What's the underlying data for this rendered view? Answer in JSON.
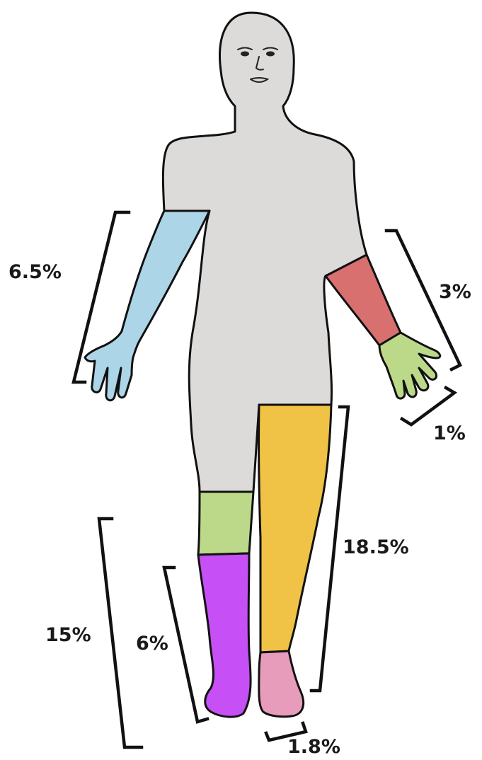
{
  "labels": {
    "right_arm": "6.5%",
    "left_forearm": "3%",
    "left_hand": "1%",
    "right_leg_total": "15%",
    "right_lower_leg": "6%",
    "left_leg": "18.5%",
    "left_foot": "1.8%"
  },
  "colors": {
    "body": "#dcdbd9",
    "right_arm": "#acd5e8",
    "left_forearm": "#d7706f",
    "hands_and_knee": "#bcd98a",
    "left_leg": "#f0c245",
    "right_lower_leg": "#c650f6",
    "left_foot": "#e89cbc"
  }
}
